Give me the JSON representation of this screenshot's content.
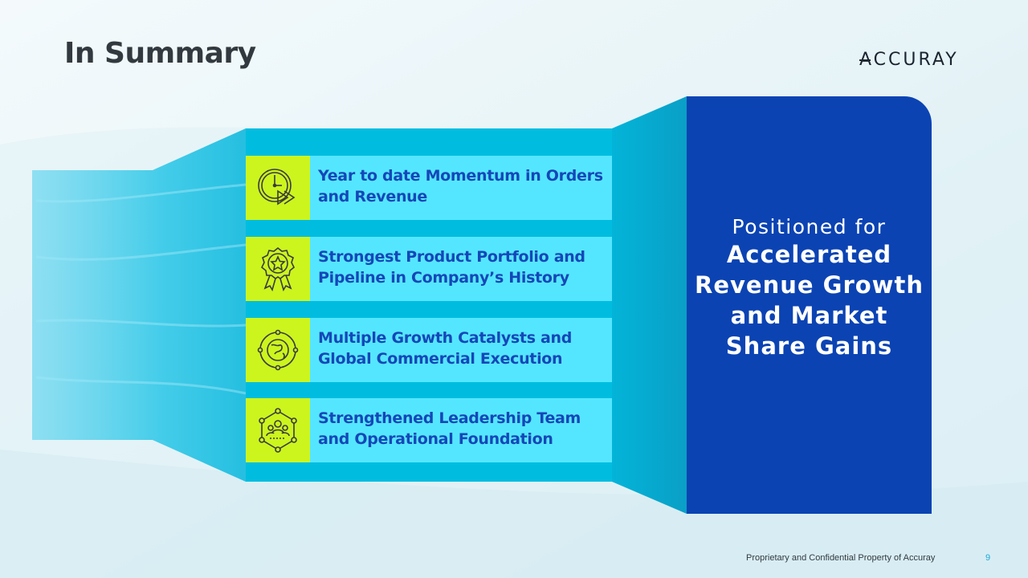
{
  "slide": {
    "title": "In Summary",
    "logo_text": "ACCURAY",
    "items": [
      {
        "label": "Year to date Momentum in Orders and Revenue",
        "icon": "clock-play-icon"
      },
      {
        "label": "Strongest Product Portfolio and Pipeline in Company’s History",
        "icon": "award-star-icon"
      },
      {
        "label": "Multiple Growth Catalysts and Global Commercial Execution",
        "icon": "globe-orbit-icon"
      },
      {
        "label": "Strengthened Leadership Team and Operational Foundation",
        "icon": "team-network-icon"
      }
    ],
    "panel_sub": "Positioned for",
    "panel_main": "Accelerated Revenue Growth and Market Share Gains",
    "footer": "Proprietary and Confidential Property of Accuray",
    "page_number": "9"
  },
  "colors": {
    "panel": "#0b43b3",
    "card": "#55e6ff",
    "icon_bg": "#ccf51e",
    "card_text": "#1547b8",
    "funnel": "#00bde0"
  }
}
